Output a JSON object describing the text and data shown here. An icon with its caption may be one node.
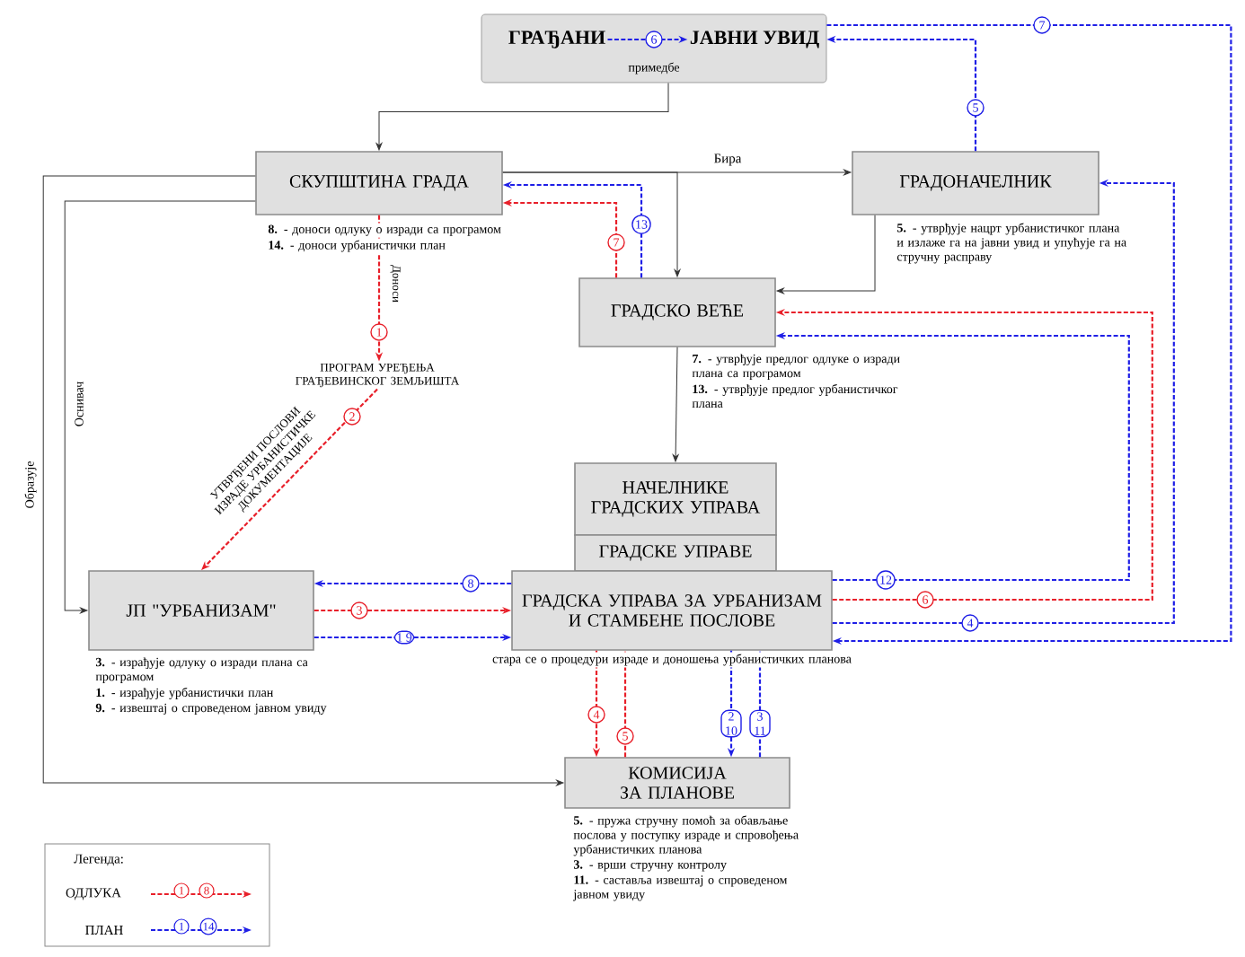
{
  "diagram": {
    "nodes": [
      {
        "text": [],
        "shape": "box"
      },
      {
        "text": [
          "ГРАЂАНИ"
        ],
        "in": 0
      },
      {
        "text": [
          "ЈАВНИ УВИД"
        ],
        "in": 0
      },
      {
        "text": [
          "СКУПШТИНА ГРАДА"
        ],
        "beside": [
          "**8.** - доноси одлуку о изради са програмом",
          "**14.** - доноси урбанистички план"
        ]
      },
      {
        "text": [
          "ГРАДОНАЧЕЛНИК"
        ],
        "beside": [
          "**5.** - утврђује нацрт урбанистичког плана и излаже га на јавни увид и упућује га на стручну расправу"
        ]
      },
      {
        "text": [
          "ГРАДСКО ВЕЋЕ"
        ],
        "beside": [
          "**7.** - утврђује предлог одлуке о изради плана са програмом",
          "**13.** - утврђује предлог урбанистичког плана"
        ]
      },
      {
        "text": [
          "НАЧЕЛНИКЕ ГРАДСКИХ УПРАВА"
        ]
      },
      {
        "text": [
          "ГРАДСКЕ УПРАВЕ"
        ]
      },
      {
        "text": [
          "ГРАДСКА УПРАВА ЗА УРБАНИЗАМ И СТАМБЕНЕ ПОСЛОВЕ"
        ],
        "beside": [
          "стара се о процедури израде и доношења урбанистичких планова"
        ]
      },
      {
        "text": [
          "ЈП \"УРБАНИЗАМ\""
        ],
        "beside": [
          "**3.** - израђује одлуку о изради плана са програмом",
          "**1.** - израђује урбанистички план",
          "**9.** - извештај о спроведеном јавном увиду"
        ]
      },
      {
        "text": [
          "КОМИСИЈА ЗА ПЛАНОВЕ"
        ],
        "beside": [
          "**5.** - пружа стручну помоћ за обављање послова у поступку израде и спровођења урбанистичких планова",
          "**3.** - врши стручну контролу",
          "**11.** - саставља извештај о спроведеном јавном увиду"
        ]
      },
      {
        "text": [
          "ПРОГРАМ УРЕЂЕЊА ГРАЂЕВИНСКОГ ЗЕМЉИШТА"
        ]
      }
    ],
    "edges": [
      {
        "from": 0,
        "to": 3,
        "arrow": "to",
        "color": "#333333"
      },
      {
        "from": 3,
        "to": 4,
        "arrow": "to",
        "label": "Бира",
        "color": "#333333"
      },
      {
        "from": 3,
        "to": 5,
        "arrow": "to",
        "color": "#333333"
      },
      {
        "from": 4,
        "to": 5,
        "arrow": "to",
        "color": "#333333"
      },
      {
        "from": 5,
        "to": 6,
        "arrow": "to",
        "color": "#333333"
      },
      {
        "from": 3,
        "to": 9,
        "arrow": "to",
        "color": "#333333"
      },
      {
        "from": 3,
        "to": 10,
        "arrow": "to",
        "color": "#333333"
      },
      {
        "from": 3,
        "to": 11,
        "arrow": "to",
        "label": "1",
        "style": "dashed",
        "color": "#e8202a"
      },
      {
        "from": 11,
        "to": 9,
        "arrow": "to",
        "label": "2",
        "style": "dashed",
        "color": "#e8202a"
      },
      {
        "from": 9,
        "to": 8,
        "arrow": "to",
        "label": "3",
        "style": "dashed",
        "color": "#e8202a"
      },
      {
        "from": 8,
        "to": 10,
        "arrow": "to",
        "label": "4",
        "style": "dashed",
        "color": "#e8202a"
      },
      {
        "from": 10,
        "to": 8,
        "arrow": "to",
        "label": "5",
        "style": "dashed",
        "color": "#e8202a"
      },
      {
        "from": 5,
        "to": 3,
        "arrow": "to",
        "label": "7",
        "style": "dashed",
        "color": "#e8202a"
      },
      {
        "from": 8,
        "to": 5,
        "arrow": "to",
        "label": "6",
        "style": "dashed",
        "color": "#e8202a"
      },
      {
        "from": 1,
        "to": 2,
        "arrow": "to",
        "label": "6",
        "style": "dashed"
      },
      {
        "from": 9,
        "to": 8,
        "arrow": "to",
        "label": "1 9",
        "style": "dashed"
      },
      {
        "from": 8,
        "to": 9,
        "arrow": "to",
        "label": "8",
        "style": "dashed"
      },
      {
        "from": 8,
        "to": 10,
        "arrow": "to",
        "label": "2 10",
        "style": "dashed"
      },
      {
        "from": 10,
        "to": 8,
        "arrow": "to",
        "label": "3 11",
        "style": "dashed"
      },
      {
        "from": 8,
        "to": 4,
        "arrow": "to",
        "label": "4",
        "style": "dashed"
      },
      {
        "from": 4,
        "to": 2,
        "arrow": "to",
        "label": "5",
        "style": "dashed"
      },
      {
        "from": 2,
        "to": 8,
        "arrow": "to",
        "label": "7",
        "style": "dashed"
      },
      {
        "from": 8,
        "to": 5,
        "arrow": "to",
        "label": "12",
        "style": "dashed"
      },
      {
        "from": 5,
        "to": 3,
        "arrow": "to",
        "label": "13",
        "style": "dashed"
      }
    ],
    "labels": [
      "примедбе",
      "Доноси",
      "УТВРЂЕНИ ПОСЛОВИ ИЗРАДЕ УРБАНИСТИЧКЕ ДОКУМЕНТАЦИЈЕ",
      "Оснивач",
      "Образује",
      "Легенда:",
      "1",
      "8",
      "1",
      "14"
    ],
    "legend": [
      {
        "text": "ОДЛУКА"
      },
      {
        "text": "ПЛАН"
      }
    ]
  }
}
